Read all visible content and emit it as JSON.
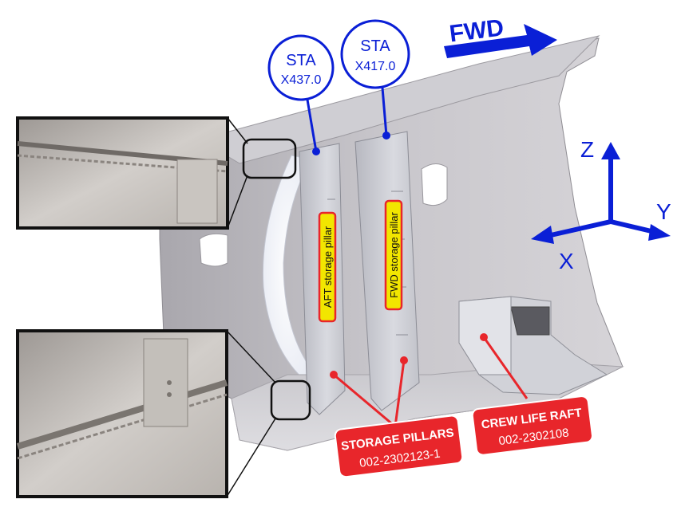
{
  "direction": {
    "label": "FWD",
    "color": "#0a1fd6"
  },
  "stations": [
    {
      "title": "STA",
      "value": "X437.0"
    },
    {
      "title": "STA",
      "value": "X417.0"
    }
  ],
  "axes": {
    "z": "Z",
    "y": "Y",
    "x": "X",
    "color": "#0a1fd6"
  },
  "pillars": [
    {
      "label": "AFT storage pillar"
    },
    {
      "label": "FWD storage pillar"
    }
  ],
  "callouts": {
    "storage": {
      "title": "STORAGE PILLARS",
      "part": "002-2302123-1"
    },
    "raft": {
      "title": "CREW LIFE RAFT",
      "part": "002-2302108"
    }
  },
  "colors": {
    "callout": "#e8262b",
    "pillar_tag": "#f2e600",
    "accent_blue": "#0a1fd6"
  }
}
